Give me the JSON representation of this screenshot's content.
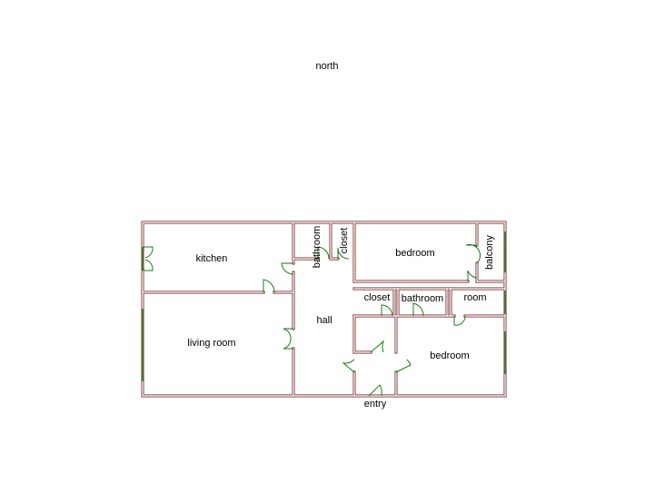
{
  "compass": {
    "label": "north"
  },
  "rooms": {
    "kitchen": "kitchen",
    "living_room": "living room",
    "hall": "hall",
    "bathroom_top": "bathroom",
    "closet_top": "closet",
    "bedroom_top": "bedroom",
    "balcony": "balcony",
    "closet_mid": "closet",
    "bathroom_mid": "bathroom",
    "room": "room",
    "bedroom_bottom": "bedroom",
    "entry": "entry"
  },
  "colors": {
    "wall": "#8b4a4a",
    "wall_inner": "#ffffff",
    "door": "#1a7a1a",
    "window": "#1a7a1a",
    "text": "#000000"
  }
}
